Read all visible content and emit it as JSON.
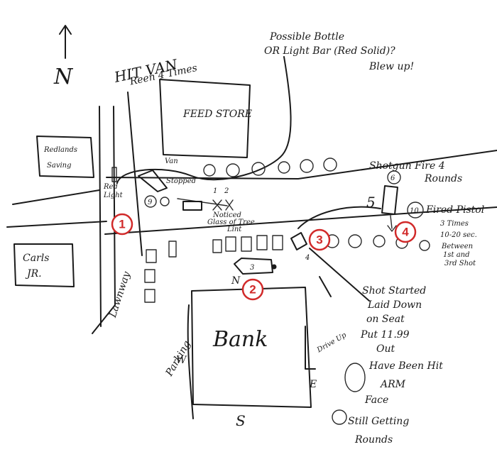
{
  "compass": {
    "north": "N"
  },
  "colors": {
    "ink": "#1a1a1a",
    "marker": "#d12a2a"
  },
  "labels": {
    "hit_van": "HIT VAN",
    "reen_4_times": "Reen 4 Times",
    "possible_bottle": "Possible Bottle",
    "or_light_bar": "OR Light Bar (Red Solid)?",
    "blew_up": "Blew up!",
    "feed_store": "FEED STORE",
    "redlands_savings_1": "Redlands",
    "redlands_savings_2": "Saving",
    "van": "Van",
    "stopped": "Stopped",
    "shotgun_fire": "Shotgun Fire 4",
    "rounds": "Rounds",
    "red_light_1": "Red",
    "red_light_2": "Light",
    "noticed_glass": "Noticed",
    "glass_of_tree": "Glass of Tree",
    "lint": "Lint",
    "carls_1": "Carls",
    "carls_2": "JR.",
    "num_1": "1",
    "num_2": "2",
    "num_3": "3",
    "num_4": "4",
    "num_5": "5",
    "num_6": "6",
    "num_9": "9",
    "num_10": "10",
    "fired_pistol": "Fired Pistol",
    "three_times": "3 Times",
    "time_range": "10-20 sec.",
    "between": "Between",
    "first_and": "1st and",
    "third_shot": "3rd Shot",
    "n_label": "N",
    "shot_started": "Shot Started",
    "laid_down": "Laid Down",
    "on_seat": "on Seat",
    "put_1199": "Put 11.99",
    "out": "Out",
    "have_been_hit": "Have Been Hit",
    "arm": "ARM",
    "face": "Face",
    "still_getting": "Still Getting",
    "rounds_2": "Rounds",
    "parking": "Parking",
    "lawnway": "Lawnway",
    "w_label": "W",
    "bank": "Bank",
    "drive_up": "Drive Up",
    "e_label": "E",
    "s_label": "S"
  },
  "markers": [
    {
      "id": "1",
      "label": "1"
    },
    {
      "id": "2",
      "label": "2"
    },
    {
      "id": "3",
      "label": "3"
    },
    {
      "id": "4",
      "label": "4"
    }
  ]
}
